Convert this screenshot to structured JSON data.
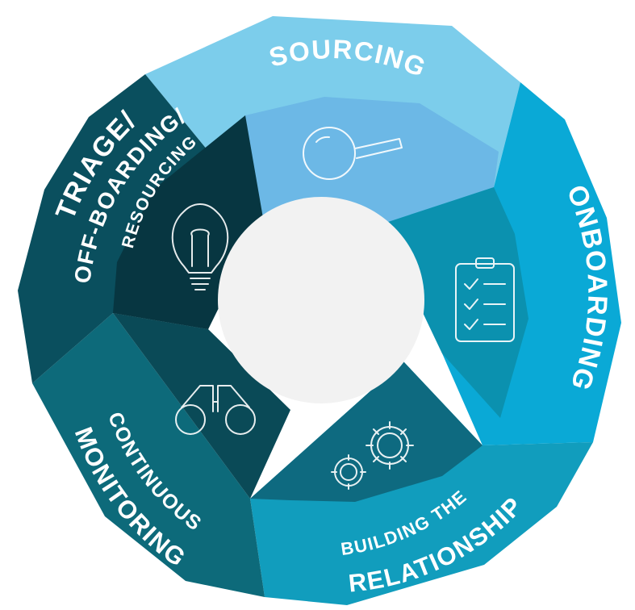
{
  "cycle": {
    "stages": [
      {
        "id": "sourcing",
        "lines": [
          "SOURCING"
        ],
        "outer_color": "#7CCDEB",
        "inner_color": "#6CB8E6",
        "icon": "magnifier-icon"
      },
      {
        "id": "onboarding",
        "lines": [
          "ONBOARDING"
        ],
        "outer_color": "#0AA9D6",
        "inner_color": "#0B91AF",
        "icon": "clipboard-checklist-icon"
      },
      {
        "id": "building-the-relationship",
        "lines": [
          "BUILDING THE",
          "RELATIONSHIP"
        ],
        "outer_color": "#119DBD",
        "inner_color": "#0E6A80",
        "icon": "gears-icon"
      },
      {
        "id": "continuous-monitoring",
        "lines": [
          "CONTINUOUS",
          "MONITORING"
        ],
        "outer_color": "#0D6A7A",
        "inner_color": "#0A4A57",
        "icon": "binoculars-icon"
      },
      {
        "id": "triage",
        "lines": [
          "TRIAGE/",
          "OFF-BOARDING/",
          "RESOURCING"
        ],
        "outer_color": "#0A4F5E",
        "inner_color": "#073641",
        "icon": "lightbulb-icon"
      }
    ],
    "center_color": "#F2F2F2"
  }
}
